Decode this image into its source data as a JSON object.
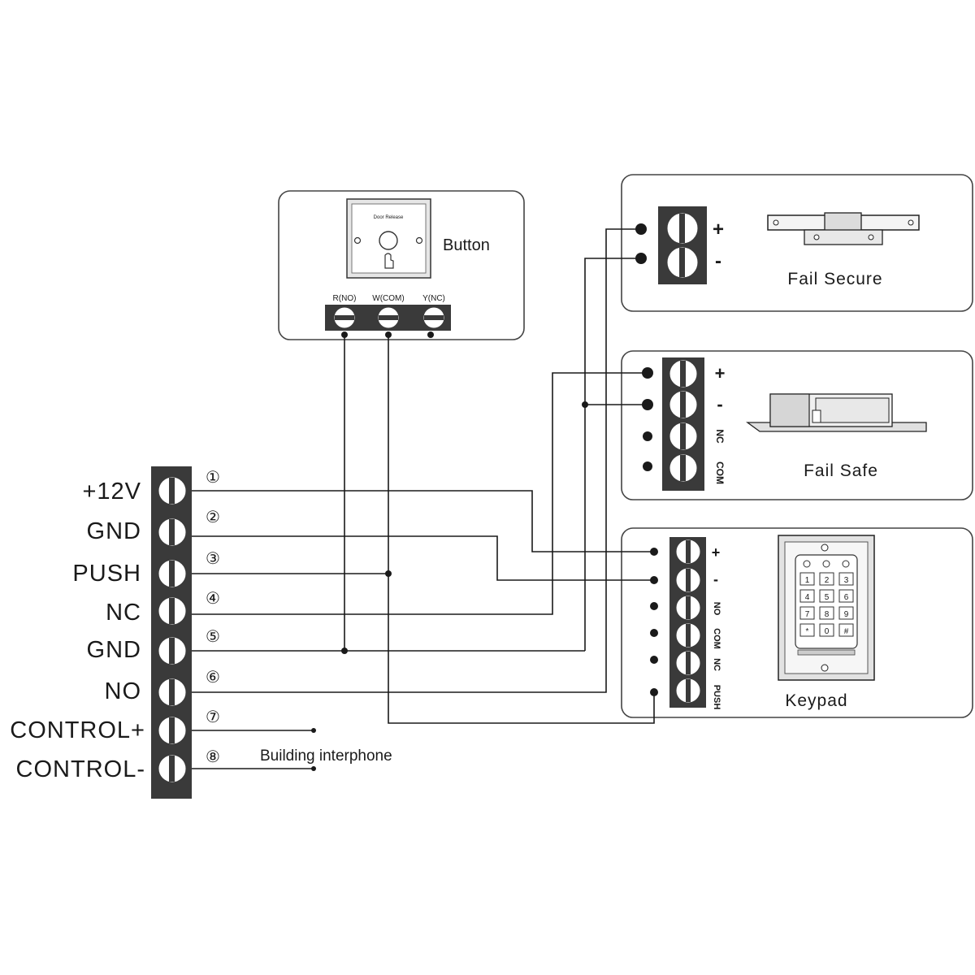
{
  "main_terminal": {
    "labels": [
      "+12V",
      "GND",
      "PUSH",
      "NC",
      "GND",
      "NO",
      "CONTROL+",
      "CONTROL-"
    ],
    "numbers": [
      "①",
      "②",
      "③",
      "④",
      "⑤",
      "⑥",
      "⑦",
      "⑧"
    ]
  },
  "interphone_label": "Building interphone",
  "button_box": {
    "title": "Button",
    "plate_text": "Door Release",
    "terminals": [
      "R(NO)",
      "W(COM)",
      "Y(NC)"
    ]
  },
  "fail_secure_box": {
    "title": "Fail Secure",
    "terminals": [
      "+",
      "-"
    ]
  },
  "fail_safe_box": {
    "title": "Fail Safe",
    "terminals": [
      "+",
      "-",
      "NC",
      "COM"
    ]
  },
  "keypad_box": {
    "title": "Keypad",
    "terminals": [
      "+",
      "-",
      "NO",
      "COM",
      "NC",
      "PUSH"
    ],
    "keys": [
      "1",
      "2",
      "3",
      "4",
      "5",
      "6",
      "7",
      "8",
      "9",
      "*",
      "0",
      "#"
    ]
  }
}
